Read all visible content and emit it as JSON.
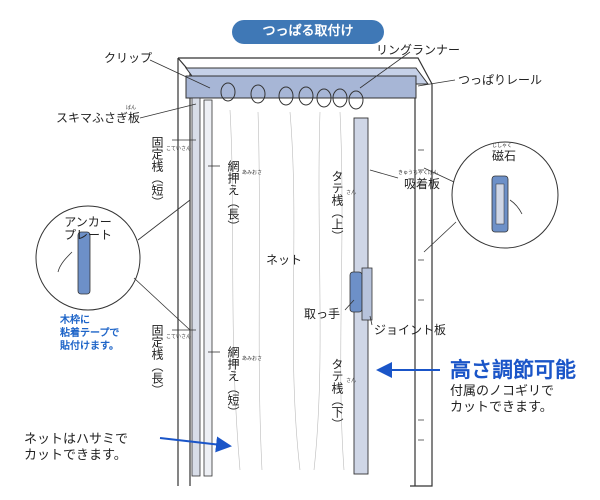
{
  "title": "つっぱる取付け",
  "labels": {
    "clip": "クリップ",
    "ring_runner": "リングランナー",
    "rail": "つっぱりレール",
    "gap_plate": "スキマふさぎ板",
    "gap_plate_ruby": "ばん",
    "fixed_short": "固定桟（短）",
    "fixed_short_ruby": "こていさん",
    "net_holder_long": "網押え（長）",
    "net_holder_ruby": "あみおさ",
    "upright_top": "タテ桟（上）",
    "upright_ruby": "さん",
    "suction_plate": "吸着板",
    "suction_plate_ruby": "きゅうちゃくばん",
    "magnet": "磁石",
    "magnet_ruby": "じしゃく",
    "anchor_plate": "アンカープレート",
    "net": "ネット",
    "handle": "取っ手",
    "joint_plate": "ジョイント板",
    "fixed_long": "固定桟（長）",
    "net_holder_short": "網押え（短）",
    "upright_bottom": "タテ桟（下）"
  },
  "notes": {
    "anchor_tape": [
      "木枠に",
      "粘着テープで",
      "貼付けます。"
    ],
    "height_adjust": "高さ調節可能",
    "saw_cut": [
      "付属のノコギリで",
      "カットできます。"
    ],
    "scissor_cut": [
      "ネットはハサミで",
      "カットできます。"
    ]
  },
  "colors": {
    "accent": "#3f78b6",
    "rail": "#a7b6d6",
    "frame_line": "#333333",
    "arrow": "#1a55c8"
  }
}
